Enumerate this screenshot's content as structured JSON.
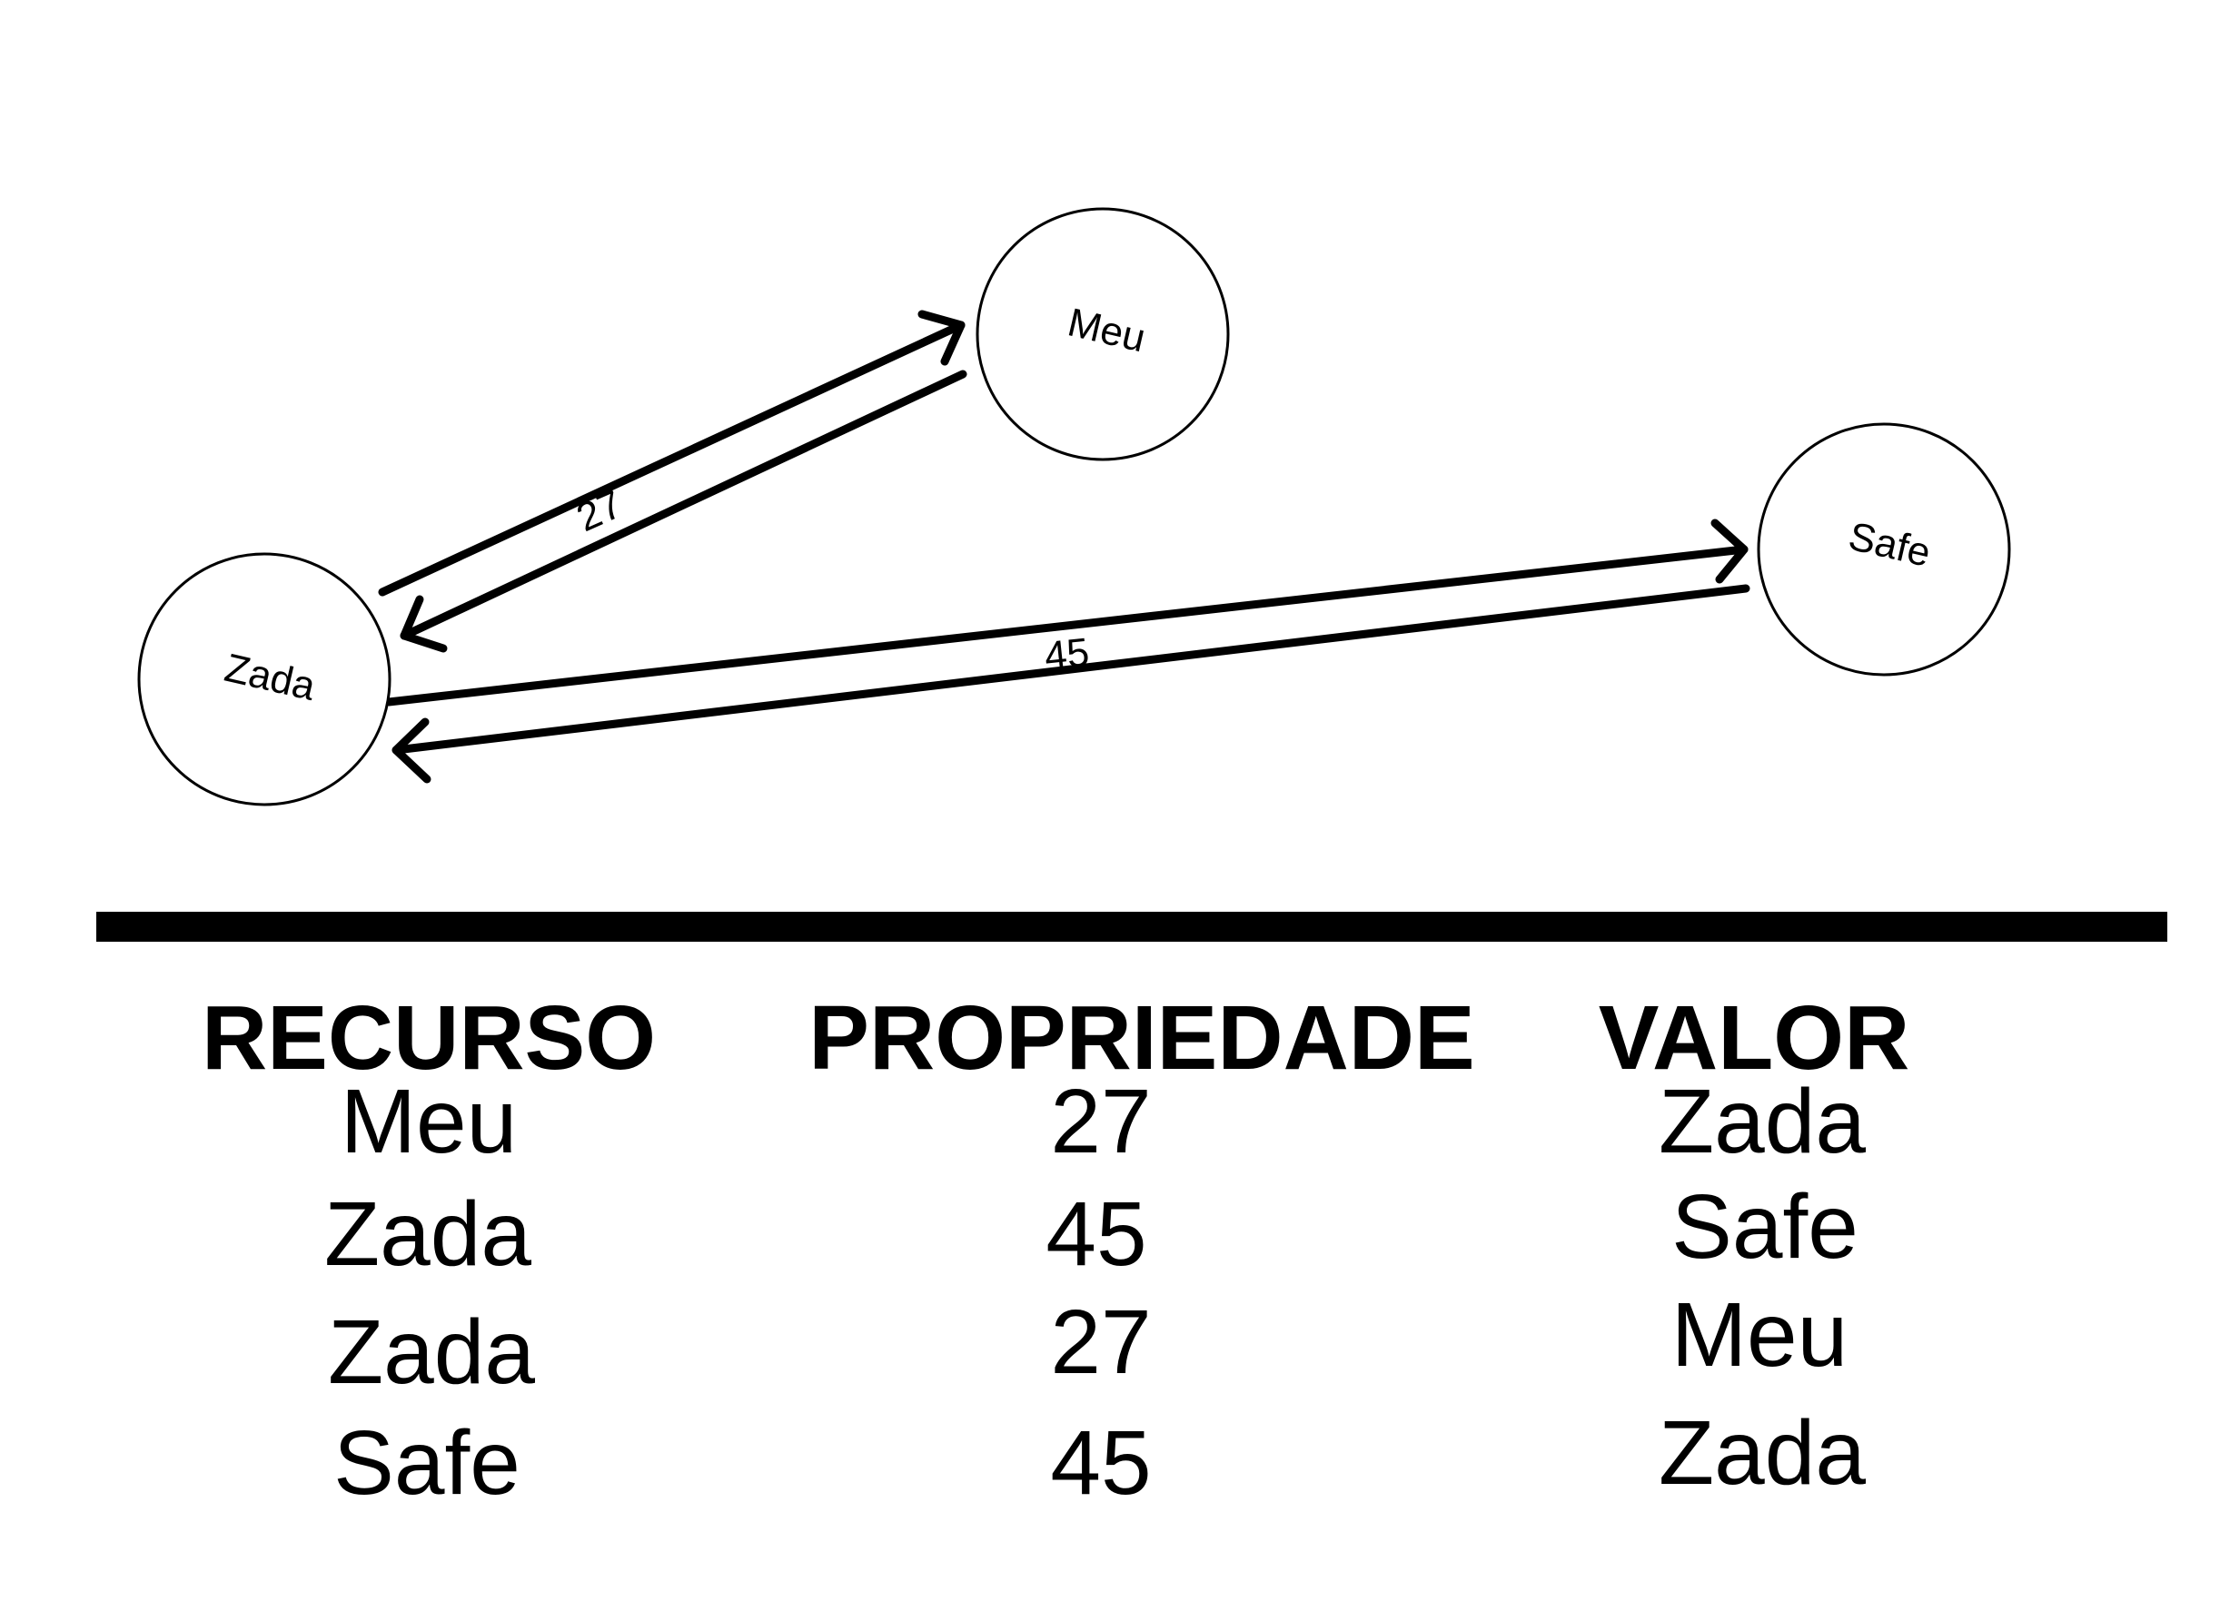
{
  "diagram": {
    "nodes": [
      {
        "id": "zada",
        "label": "Zada"
      },
      {
        "id": "meu",
        "label": "Meu"
      },
      {
        "id": "safe",
        "label": "Safe"
      }
    ],
    "edges": [
      {
        "from": "zada",
        "to": "meu"
      },
      {
        "from": "meu",
        "to": "zada"
      },
      {
        "from": "zada",
        "to": "safe"
      },
      {
        "from": "safe",
        "to": "zada"
      }
    ],
    "edge_labels": [
      {
        "between": [
          "zada",
          "meu"
        ],
        "label": "27"
      },
      {
        "between": [
          "zada",
          "safe"
        ],
        "label": "45"
      }
    ]
  },
  "table": {
    "headers": {
      "resource": "RECURSO",
      "property": "PROPRIEDADE",
      "value": "VALOR"
    },
    "rows": [
      {
        "resource": "Meu",
        "property": "27",
        "value": "Zada"
      },
      {
        "resource": "Zada",
        "property": "45",
        "value": "Safe"
      },
      {
        "resource": "Zada",
        "property": "27",
        "value": "Meu"
      },
      {
        "resource": "Safe",
        "property": "45",
        "value": "Zada"
      }
    ]
  }
}
